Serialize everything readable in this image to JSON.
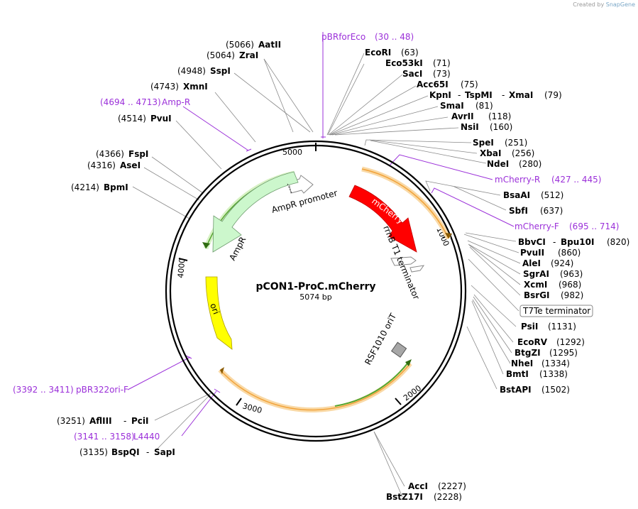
{
  "credit": {
    "prefix": "Created by",
    "brand": "SnapGene"
  },
  "plasmid": {
    "name": "pCON1-ProC.mCherry",
    "length_label": "5074 bp"
  },
  "ticks": [
    "5000",
    "1000",
    "2000",
    "3000",
    "4000"
  ],
  "features": {
    "mcherry": "mCherry",
    "rrnb": "rrnB T1 terminator",
    "rsf": "RSF1010 oriT",
    "ampr_promoter": "AmpR promoter",
    "ampr": "AmpR",
    "ori": "ori",
    "t7te": "T7Te terminator"
  },
  "sites": {
    "aatii": {
      "name": "AatII",
      "pos": "(5066)"
    },
    "zrai": {
      "name": "ZraI",
      "pos": "(5064)"
    },
    "sspi": {
      "name": "SspI",
      "pos": "(4948)"
    },
    "xmni": {
      "name": "XmnI",
      "pos": "(4743)"
    },
    "pvui": {
      "name": "PvuI",
      "pos": "(4514)"
    },
    "fspi": {
      "name": "FspI",
      "pos": "(4366)"
    },
    "asei": {
      "name": "AseI",
      "pos": "(4316)"
    },
    "bpmi": {
      "name": "BpmI",
      "pos": "(4214)"
    },
    "ecori": {
      "name": "EcoRI",
      "pos": "(63)"
    },
    "eco53ki": {
      "name": "Eco53kI",
      "pos": "(71)"
    },
    "saci": {
      "name": "SacI",
      "pos": "(73)"
    },
    "acc65i": {
      "name": "Acc65I",
      "pos": "(75)"
    },
    "kpni": {
      "name": "KpnI",
      "name2": "TspMI",
      "name3": "XmaI",
      "pos": "(79)"
    },
    "smai": {
      "name": "SmaI",
      "pos": "(81)"
    },
    "avrii": {
      "name": "AvrII",
      "pos": "(118)"
    },
    "nsii": {
      "name": "NsiI",
      "pos": "(160)"
    },
    "spei": {
      "name": "SpeI",
      "pos": "(251)"
    },
    "xbai": {
      "name": "XbaI",
      "pos": "(256)"
    },
    "ndei": {
      "name": "NdeI",
      "pos": "(280)"
    },
    "bsaai": {
      "name": "BsaAI",
      "pos": "(512)"
    },
    "sbfi": {
      "name": "SbfI",
      "pos": "(637)"
    },
    "bbvci": {
      "name": "BbvCI",
      "name2": "Bpu10I",
      "pos": "(820)"
    },
    "pvuii": {
      "name": "PvuII",
      "pos": "(860)"
    },
    "alei": {
      "name": "AleI",
      "pos": "(924)"
    },
    "sgrai": {
      "name": "SgrAI",
      "pos": "(963)"
    },
    "xcmi": {
      "name": "XcmI",
      "pos": "(968)"
    },
    "bsrgi": {
      "name": "BsrGI",
      "pos": "(982)"
    },
    "psii": {
      "name": "PsiI",
      "pos": "(1131)"
    },
    "ecorv": {
      "name": "EcoRV",
      "pos": "(1292)"
    },
    "btgzi": {
      "name": "BtgZI",
      "pos": "(1295)"
    },
    "nhei": {
      "name": "NheI",
      "pos": "(1334)"
    },
    "bmti": {
      "name": "BmtI",
      "pos": "(1338)"
    },
    "bstapi": {
      "name": "BstAPI",
      "pos": "(1502)"
    },
    "acci": {
      "name": "AccI",
      "pos": "(2227)"
    },
    "bstz17i": {
      "name": "BstZ17I",
      "pos": "(2228)"
    },
    "afliii": {
      "name": "AflIII",
      "name2": "PciI",
      "pos": "(3251)"
    },
    "bspqi": {
      "name": "BspQI",
      "name2": "SapI",
      "pos": "(3135)"
    }
  },
  "primers": {
    "pbrforeco": {
      "name": "pBRforEco",
      "range": "(30 .. 48)"
    },
    "ampr": {
      "name": "Amp-R",
      "range": "(4694 .. 4713)"
    },
    "mcherry_r": {
      "name": "mCherry-R",
      "range": "(427 .. 445)"
    },
    "mcherry_f": {
      "name": "mCherry-F",
      "range": "(695 .. 714)"
    },
    "pbr322": {
      "name": "pBR322ori-F",
      "range": "(3392 .. 3411)"
    },
    "l4440": {
      "name": "L4440",
      "range": "(3141 .. 3158)"
    }
  },
  "colors": {
    "mcherry": "#ff0000",
    "ampr": "#ccf7cc",
    "ori": "#ffff00",
    "primer": "#9b30d9",
    "orf_outline": "#f2a33a",
    "orf_halo": "#f9d9a6",
    "green_arrow": "#55a630"
  }
}
